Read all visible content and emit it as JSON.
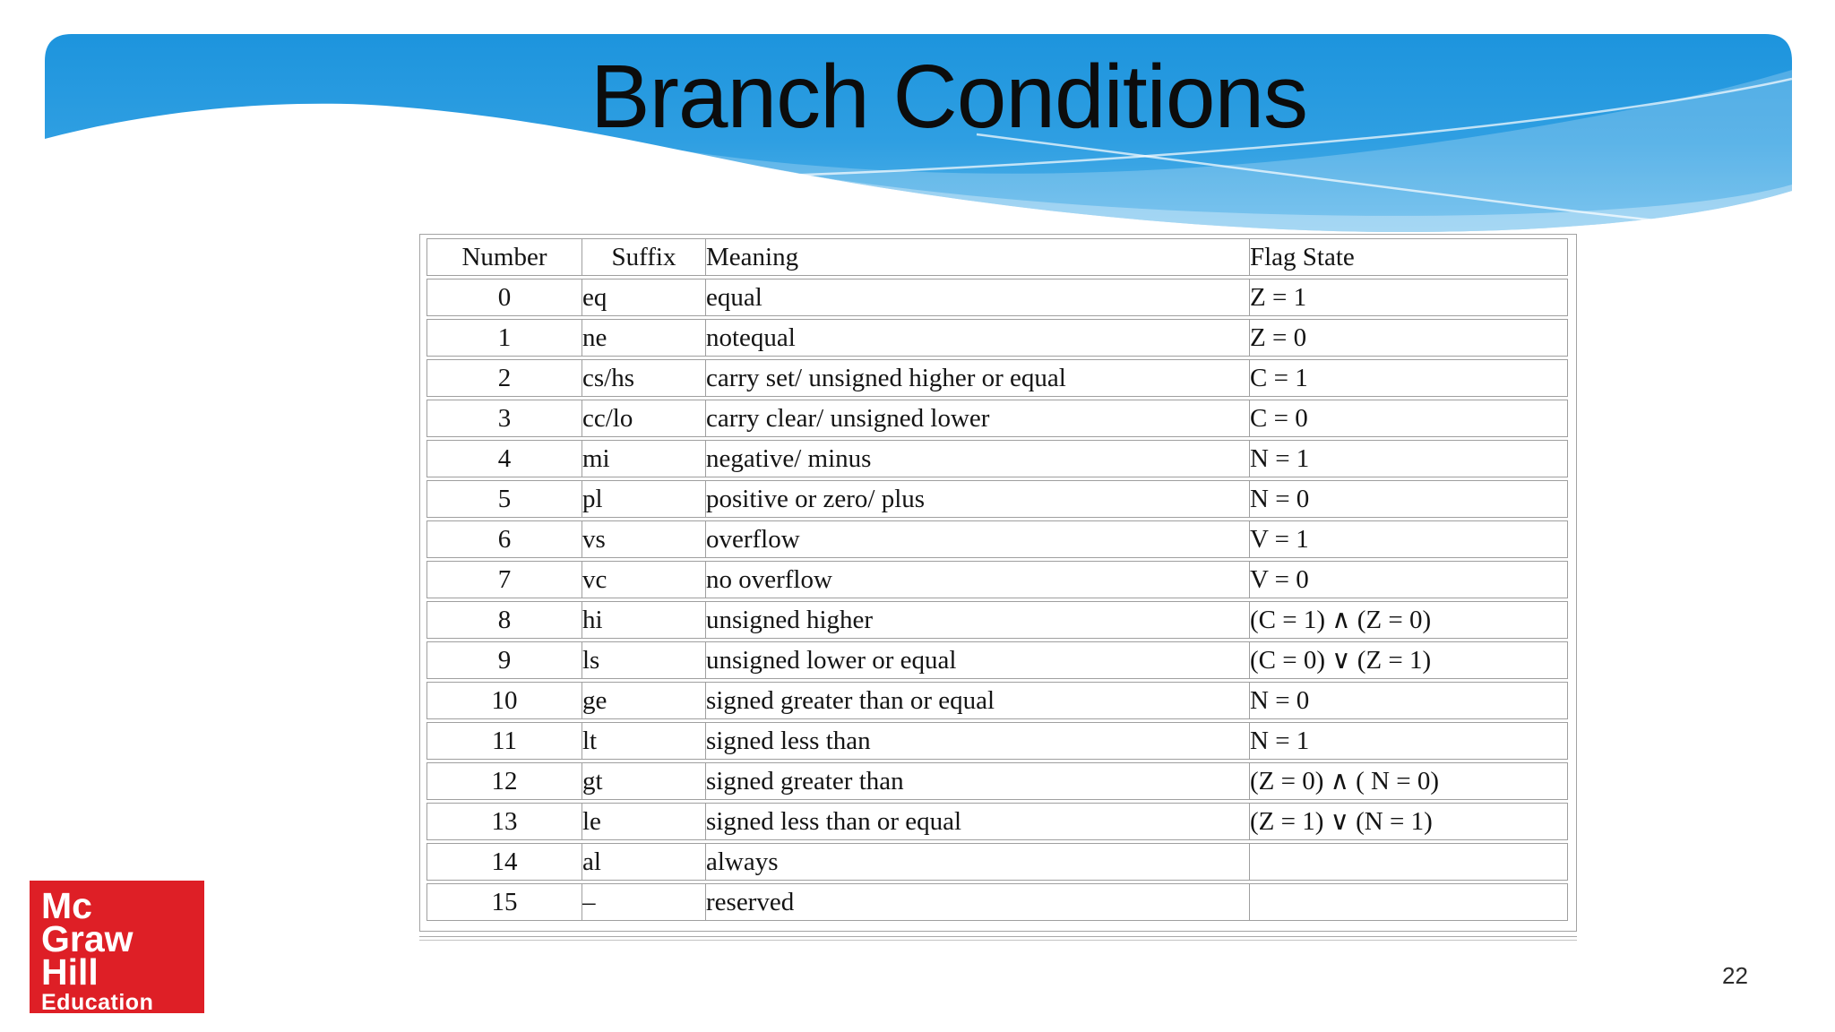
{
  "slide": {
    "title": "Branch Conditions",
    "page_number": "22"
  },
  "colors": {
    "banner_blue_top": "#1d94dd",
    "banner_blue_bottom": "#58b5ea",
    "logo_red": "#de1f26",
    "table_border_gray": "#9f9f9f",
    "title_text": "#0c0c0c"
  },
  "logo": {
    "line1": "Mc",
    "line2": "Graw",
    "line3": "Hill",
    "line4": "Education"
  },
  "table": {
    "headers": [
      "Number",
      "Suffix",
      "Meaning",
      "Flag State"
    ],
    "rows": [
      [
        "0",
        "eq",
        "equal",
        "Z = 1"
      ],
      [
        "1",
        "ne",
        "notequal",
        "Z = 0"
      ],
      [
        "2",
        "cs/hs",
        "carry set/ unsigned higher or equal",
        "C = 1"
      ],
      [
        "3",
        "cc/lo",
        "carry clear/ unsigned lower",
        "C = 0"
      ],
      [
        "4",
        "mi",
        "negative/ minus",
        "N = 1"
      ],
      [
        "5",
        "pl",
        "positive or zero/ plus",
        "N = 0"
      ],
      [
        "6",
        "vs",
        "overflow",
        "V = 1"
      ],
      [
        "7",
        "vc",
        "no overflow",
        "V = 0"
      ],
      [
        "8",
        "hi",
        "unsigned higher",
        "(C = 1) ∧ (Z = 0)"
      ],
      [
        "9",
        "ls",
        "unsigned lower or equal",
        "(C = 0) ∨ (Z = 1)"
      ],
      [
        "10",
        "ge",
        "signed greater than or equal",
        "N = 0"
      ],
      [
        "11",
        "lt",
        "signed less than",
        "N = 1"
      ],
      [
        "12",
        "gt",
        "signed greater than",
        "(Z = 0) ∧ ( N = 0)"
      ],
      [
        "13",
        "le",
        "signed less than or equal",
        "(Z = 1) ∨ (N = 1)"
      ],
      [
        "14",
        "al",
        "always",
        ""
      ],
      [
        "15",
        "–",
        "reserved",
        ""
      ]
    ]
  }
}
